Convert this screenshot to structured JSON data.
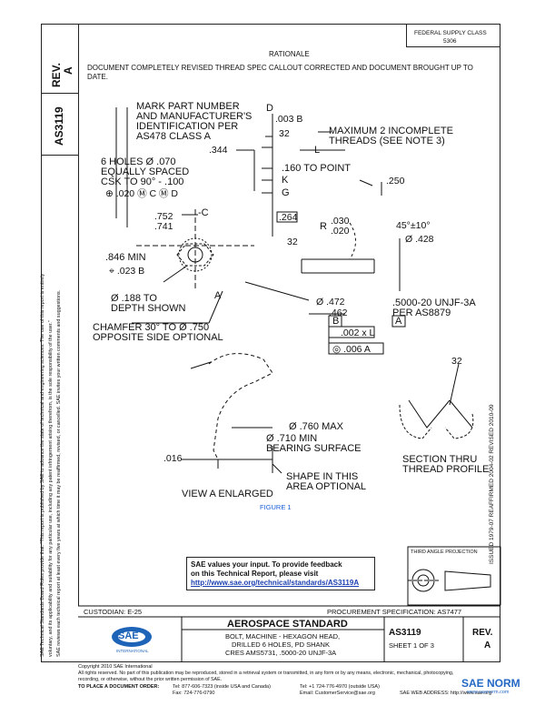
{
  "header": {
    "fed_class_label": "FEDERAL SUPPLY CLASS",
    "fed_class_value": "5306",
    "rev_label": "REV.",
    "rev_value": "A",
    "doc_number": "AS3119",
    "rationale_title": "RATIONALE",
    "rationale_text": "DOCUMENT COMPLETELY REVISED THREAD SPEC CALLOUT CORRECTED AND DOCUMENT BROUGHT UP TO DATE."
  },
  "side_text": {
    "legal_lines": [
      "SAE Technical Standards Board Rules provide that: \"This report is published by SAE to advance the state of technical and engineering sciences. The use of this report is entirely",
      "voluntary, and its applicability and suitability for any particular use, including any patent infringement arising therefrom, is the sole responsibility of the user.\"",
      "SAE reviews each technical report at least every five years at which time it may be reaffirmed, revised, or cancelled. SAE invites your written comments and suggestions."
    ],
    "issue_dates": "ISSUED 1979-07    REAFFIRMED 2004-02    REVISED 2010-09"
  },
  "drawing": {
    "labels": {
      "mark_part": [
        "MARK PART NUMBER",
        "AND MANUFACTURER'S",
        "IDENTIFICATION PER",
        "AS478 CLASS A"
      ],
      "D": "D",
      "dim_003": ".003 B",
      "dim_32a": "32",
      "max_incomplete": [
        "MAXIMUM 2 INCOMPLETE",
        "THREADS (SEE NOTE 3)"
      ],
      "dim_344": ".344",
      "L": "L",
      "holes": [
        "6 HOLES Ø .070",
        "EQUALLY SPACED",
        "CSK TO 90° - .100"
      ],
      "hole_tol": "⊕ .020 Ⓜ C Ⓜ D",
      "dim_160": ".160 TO POINT",
      "K": "K",
      "G": "G",
      "dim_250": ".250",
      "dim_752": ".752",
      "dim_741": ".741",
      "C": "-C",
      "dim_264": ".264",
      "R": "R",
      "dim_030": ".030",
      "dim_020": ".020",
      "angle": "45°±10°",
      "dia_428": "Ø .428",
      "dim_32b": "32",
      "dim_846": ".846 MIN",
      "dim_023": "⌖ .023 B",
      "dim_188": [
        "Ø .188 TO",
        "DEPTH SHOWN"
      ],
      "A_ref": "A",
      "dia_472": "Ø .472",
      "dim_462": ".462",
      "thread": [
        ".5000-20 UNJF-3A",
        "PER AS8879"
      ],
      "thread_A": "A",
      "chamfer": [
        "CHAMFER 30° TO Ø .750",
        "OPPOSITE SIDE OPTIONAL"
      ],
      "datum_B": "B",
      "dim_002": ".002 x L",
      "dim_006": "◎ .006 A",
      "dim_32c": "32",
      "dia_760": "Ø .760 MAX",
      "bearing": [
        "Ø .710 MIN",
        "BEARING SURFACE"
      ],
      "dim_016": ".016",
      "shape_opt": [
        "SHAPE IN THIS",
        "AREA OPTIONAL"
      ],
      "section": [
        "SECTION THRU",
        "THREAD PROFILE"
      ],
      "view_a": "VIEW A ENLARGED",
      "figure": "FIGURE 1"
    }
  },
  "feedback": {
    "line1": "SAE values your input. To provide feedback",
    "line2": "on this Technical Report, please visit",
    "url": "http://www.sae.org/technical/standards/AS3119A"
  },
  "projection_label": "THIRD ANGLE PROJECTION",
  "title_block": {
    "custodian": "CUSTODIAN: E-25",
    "procurement": "PROCUREMENT SPECIFICATION: AS7477",
    "logo_text": "SAE",
    "logo_sub": "INTERNATIONAL",
    "standard": "AEROSPACE STANDARD",
    "desc": [
      "BOLT, MACHINE - HEXAGON HEAD,",
      "DRILLED 6 HOLES, PD SHANK",
      "CRES AMS5731, .5000-20 UNJF-3A"
    ],
    "number": "AS3119",
    "sheet": "SHEET 1 OF 3",
    "rev_label": "REV.",
    "rev_value": "A"
  },
  "footer": {
    "copyright": "Copyright 2010 SAE International",
    "rights": [
      "All rights reserved. No part of this publication may be reproduced, stored in a retrieval system or transmitted, in any form or by any means, electronic, mechanical, photocopying,",
      "recording, or otherwise, without the prior written permission of SAE."
    ],
    "order_label": "TO PLACE A DOCUMENT ORDER:",
    "tel1": "Tel: 877-606-7323 (inside USA and Canada)",
    "tel2": "Tel: +1 724-776-4970 (outside USA)",
    "fax": "Fax: 724-776-0790",
    "email": "Email: CustomerService@sae.org",
    "web": "SAE WEB ADDRESS: http://www.sae.org",
    "watermark": "SAE NORM",
    "watermark_sub": "www.saenorm.com"
  }
}
